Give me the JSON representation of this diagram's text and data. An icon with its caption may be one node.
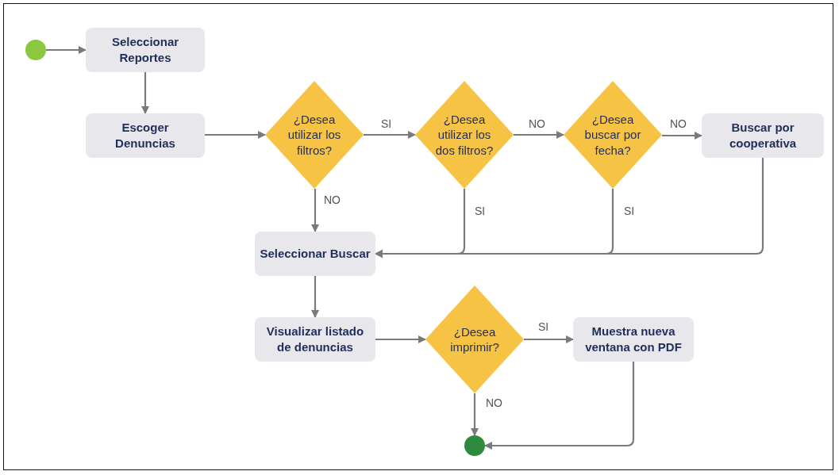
{
  "diagram": {
    "nodes": [
      {
        "text": [],
        "shape": "circle"
      },
      {
        "text": [
          "Seleccionar Reportes"
        ]
      },
      {
        "text": [
          "Escoger Denuncias"
        ]
      },
      {
        "text": [
          "¿Desea utilizar los filtros?"
        ]
      },
      {
        "text": [
          "¿Desea utilizar los dos filtros?"
        ]
      },
      {
        "text": [
          "¿Desea buscar por fecha?"
        ]
      },
      {
        "text": [
          "Buscar por cooperativa"
        ]
      },
      {
        "text": [
          "Seleccionar Buscar"
        ]
      },
      {
        "text": [
          "Visualizar listado de denuncias"
        ]
      },
      {
        "text": [
          "¿Desea imprimir?"
        ]
      },
      {
        "text": [
          "Muestra nueva ventana con PDF"
        ]
      },
      {
        "text": [],
        "shape": "circle"
      }
    ],
    "edges": [
      {
        "from": 0,
        "to": 1,
        "arrow": "to"
      },
      {
        "from": 1,
        "to": 2,
        "arrow": "to"
      },
      {
        "from": 2,
        "to": 3,
        "arrow": "to"
      },
      {
        "from": 3,
        "to": 4,
        "arrow": "to",
        "label": "SI"
      },
      {
        "from": 4,
        "to": 5,
        "arrow": "to",
        "label": "NO"
      },
      {
        "from": 5,
        "to": 6,
        "arrow": "to",
        "label": "NO"
      },
      {
        "from": 3,
        "to": 7,
        "arrow": "to",
        "label": "NO"
      },
      {
        "from": 4,
        "to": 7,
        "arrow": "to",
        "label": "SI"
      },
      {
        "from": 5,
        "to": 7,
        "arrow": "to",
        "label": "SI"
      },
      {
        "from": 6,
        "to": 7,
        "arrow": "to"
      },
      {
        "from": 7,
        "to": 8,
        "arrow": "to"
      },
      {
        "from": 8,
        "to": 9,
        "arrow": "to"
      },
      {
        "from": 9,
        "to": 10,
        "arrow": "to",
        "label": "SI"
      },
      {
        "from": 9,
        "to": 11,
        "arrow": "to",
        "label": "NO"
      },
      {
        "from": 10,
        "to": 11,
        "arrow": "to"
      }
    ]
  }
}
